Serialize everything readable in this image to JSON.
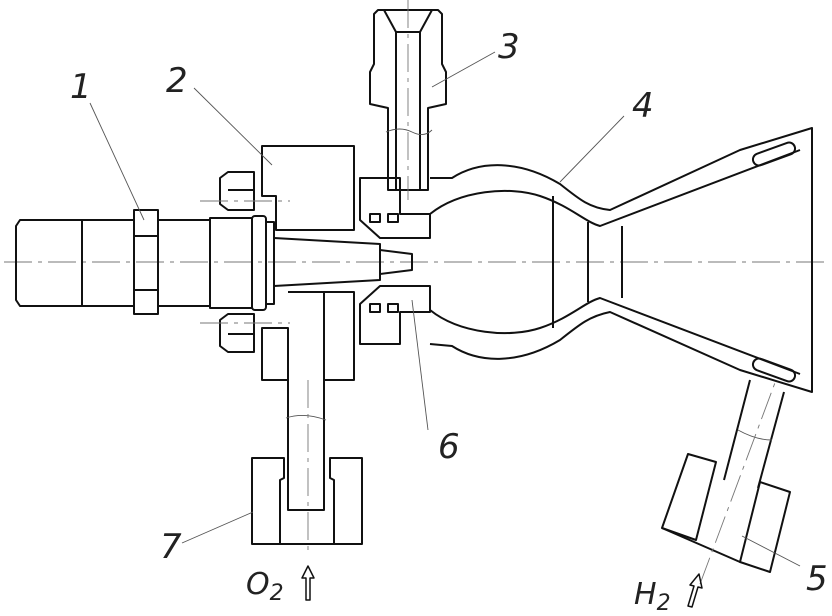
{
  "title": "Rocket thruster assembly cross-section",
  "labels": {
    "p1": "1",
    "p2": "2",
    "p3": "3",
    "p4": "4",
    "p5": "5",
    "p6": "6",
    "p7": "7"
  },
  "inlets": {
    "oxygen": {
      "symbol": "O",
      "subscript": "2"
    },
    "hydrogen": {
      "symbol": "H",
      "subscript": "2"
    }
  },
  "colors": {
    "line": "#111111",
    "hatch": "#444444",
    "background": "#ffffff"
  }
}
